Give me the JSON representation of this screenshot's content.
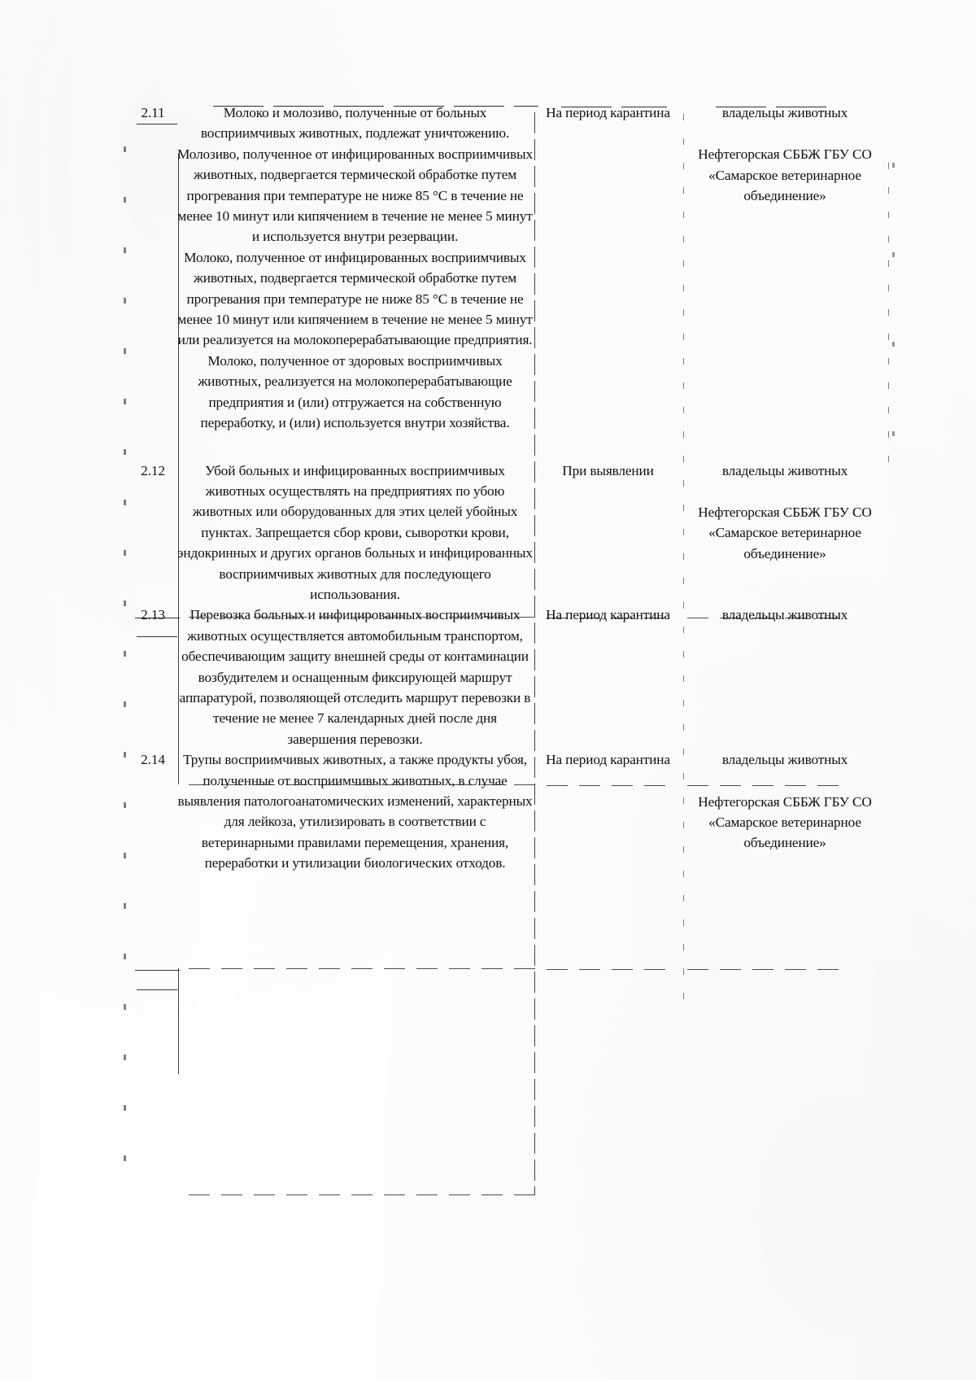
{
  "document": {
    "type": "scanned-regulation-table",
    "language": "ru",
    "columns": {
      "number": "",
      "measure": "",
      "term": "",
      "responsible": ""
    }
  },
  "rows": [
    {
      "number": "2.11",
      "measure": "Молоко и молозиво, полученные от больных восприимчивых животных, подлежат уничтожению. Молозиво, полученное от инфицированных восприимчивых животных, подвергается термической обработке путем прогревания при температуре не ниже 85 °С в течение не менее 10 минут или кипячением в течение не менее 5 минут и используется внутри резервации.\nМолоко, полученное от инфицированных восприимчивых животных, подвергается термической обработке путем прогревания при температуре не ниже 85 °С в течение не менее 10 минут или кипячением в течение не менее 5 минут или реализуется на молокоперерабатывающие предприятия.\nМолоко, полученное от здоровых восприимчивых животных, реализуется на молокоперерабатывающие предприятия и (или) отгружается на собственную переработку, и (или) используется внутри хозяйства.",
      "term": "На период карантина",
      "responsible_primary": "владельцы животных",
      "responsible_secondary": "Нефтегорская СББЖ ГБУ СО «Самарское ветеринарное объединение»"
    },
    {
      "number": "2.12",
      "measure": "Убой больных и инфицированных восприимчивых животных осуществлять на предприятиях по убою животных или оборудованных для этих целей убойных пунктах. Запрещается сбор крови, сыворотки крови, эндокринных и других органов больных и инфицированных восприимчивых животных для последующего использования.",
      "term": "При выявлении",
      "responsible_primary": "владельцы животных",
      "responsible_secondary": "Нефтегорская СББЖ ГБУ СО «Самарское ветеринарное объединение»"
    },
    {
      "number": "2.13",
      "measure": "Перевозка больных и инфицированных восприимчивых животных осуществляется автомобильным транспортом, обеспечивающим защиту внешней среды от контаминации возбудителем и оснащенным фиксирующей маршрут аппаратурой, позволяющей отследить маршрут перевозки в течение не менее 7 календарных дней после дня завершения перевозки.",
      "term": "На период карантина",
      "responsible_primary": "владельцы животных",
      "responsible_secondary": ""
    },
    {
      "number": "2.14",
      "measure": "Трупы восприимчивых животных, а также продукты убоя, полученные от восприимчивых животных, в случае выявления патологоанатомических изменений, характерных для лейкоза, утилизировать в соответствии с ветеринарными правилами перемещения, хранения, переработки и утилизации биологических отходов.",
      "term": "На период карантина",
      "responsible_primary": "владельцы животных",
      "responsible_secondary": "Нефтегорская СББЖ ГБУ СО «Самарское ветеринарное объединение»"
    }
  ]
}
